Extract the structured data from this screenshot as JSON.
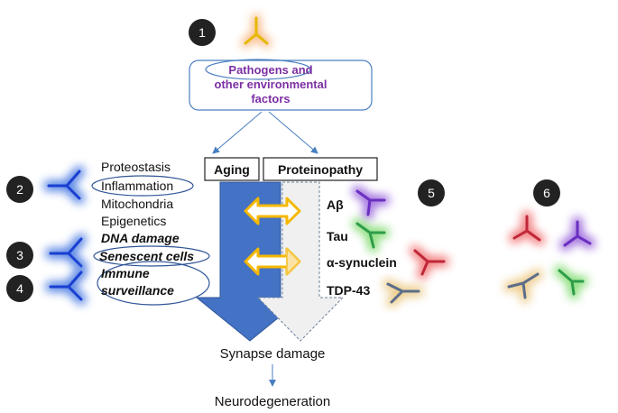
{
  "badges": [
    "1",
    "2",
    "3",
    "4",
    "5",
    "6"
  ],
  "pathogens": {
    "line1": "Pathogens and",
    "line2": "other environmental",
    "line3": "factors"
  },
  "boxes": {
    "aging": "Aging",
    "proteinopathy": "Proteinopathy"
  },
  "aging_factors": {
    "proteostasis": "Proteostasis",
    "inflammation": "Inflammation",
    "mitochondria": "Mitochondria",
    "epigenetics": "Epigenetics",
    "dna_damage": "DNA damage",
    "senescent_cells": "Senescent cells",
    "immune_line1": "Immune",
    "immune_line2": "surveillance"
  },
  "proteins": {
    "abeta": "Aβ",
    "tau": "Tau",
    "asyn": "α-synuclein",
    "tdp43": "TDP-43"
  },
  "outcomes": {
    "synapse": "Synapse damage",
    "neuro": "Neurodegeneration"
  },
  "colors": {
    "aging_arrow": "#4472c4",
    "proteinopathy_arrow": "#f0f0f0",
    "double_arrow": "#f5b800",
    "pathogen_text": "#7b2fa3",
    "connector": "#4a7fc1",
    "badge": "#222222"
  },
  "icons": {
    "antibody_1": "antibody-icon-yellow",
    "antibodies_aging": "antibody-icon-blue",
    "antibodies_protein": [
      "antibody-icon-purple",
      "antibody-icon-green",
      "antibody-icon-red",
      "antibody-icon-grey"
    ],
    "antibodies_combo": [
      "antibody-icon-red",
      "antibody-icon-purple",
      "antibody-icon-grey",
      "antibody-icon-green"
    ]
  }
}
